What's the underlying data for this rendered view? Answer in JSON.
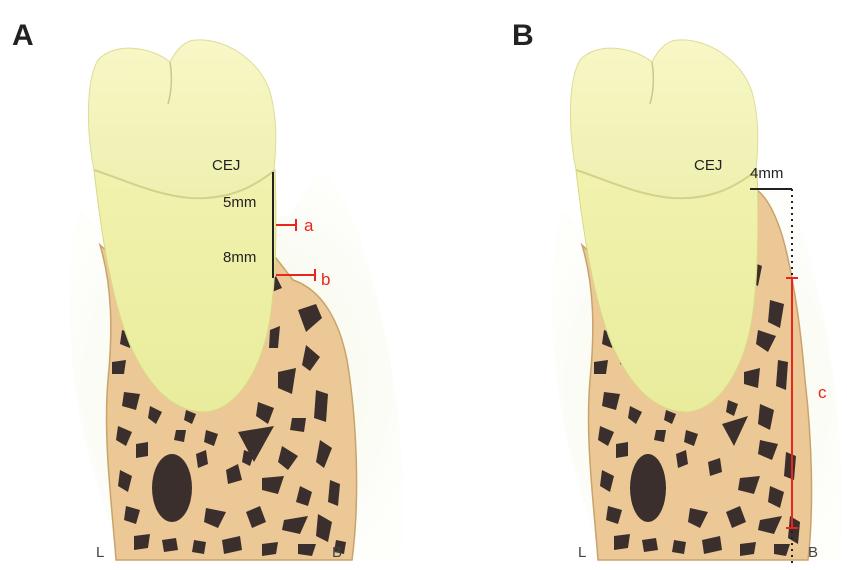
{
  "colors": {
    "crown_enamel": "#f6f5b8",
    "root": "#eef0a4",
    "bone": "#ecc896",
    "bone_edge": "#c9a36c",
    "trabecular": "#3a2f2c",
    "gingiva": "#f2f4dc",
    "measure_red": "#e8261f",
    "ink": "#222222"
  },
  "panelA": {
    "letter": "A",
    "cej_label": "CEJ",
    "measure_1": "5mm",
    "measure_2": "8mm",
    "mark_a": "a",
    "mark_b": "b",
    "lingual": "L",
    "buccal": "B"
  },
  "panelB": {
    "letter": "B",
    "cej_label": "CEJ",
    "measure_1": "4mm",
    "mark_c": "c",
    "lingual": "L",
    "buccal": "B"
  }
}
